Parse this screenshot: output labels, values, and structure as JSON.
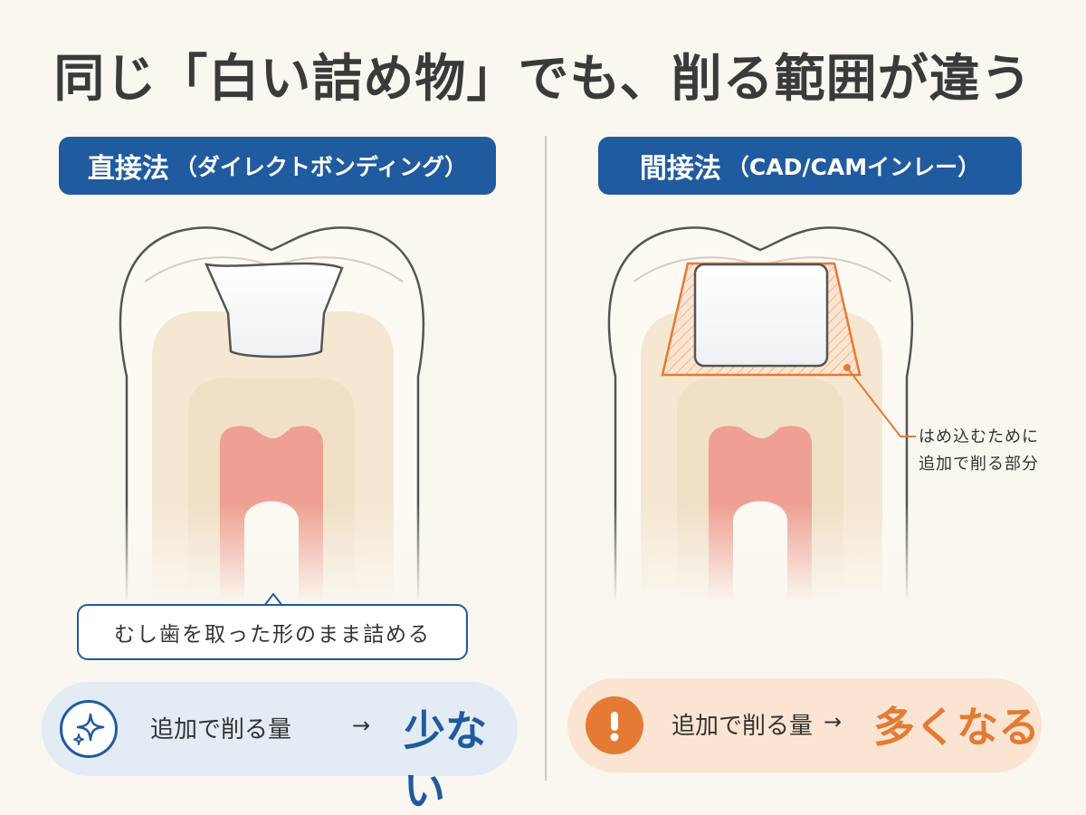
{
  "title": "同じ「白い詰め物」でも、削る範囲が違う",
  "left": {
    "header_main": "直接法",
    "header_sub": "（ダイレクトボンディング）",
    "callout": "むし歯を取った形のまま詰める",
    "result_label": "追加で削る量",
    "result_arrow": "→",
    "result_value": "少ない",
    "icon": "sparkle-icon"
  },
  "right": {
    "header_main": "間接法",
    "header_sub": "（CAD/CAMインレー）",
    "annotation_line1": "はめ込むために",
    "annotation_line2": "追加で削る部分",
    "result_label": "追加で削る量",
    "result_arrow": "→",
    "result_value": "多くなる",
    "icon": "exclamation-icon"
  },
  "colors": {
    "navy": "#1f5b9e",
    "orange": "#e47a34",
    "enamel": "#fdfaf3",
    "dentin": "#f5e7d2",
    "inner_dentin": "#efe0c6",
    "pulp": "#ef9f93",
    "filling": "#ffffff"
  }
}
